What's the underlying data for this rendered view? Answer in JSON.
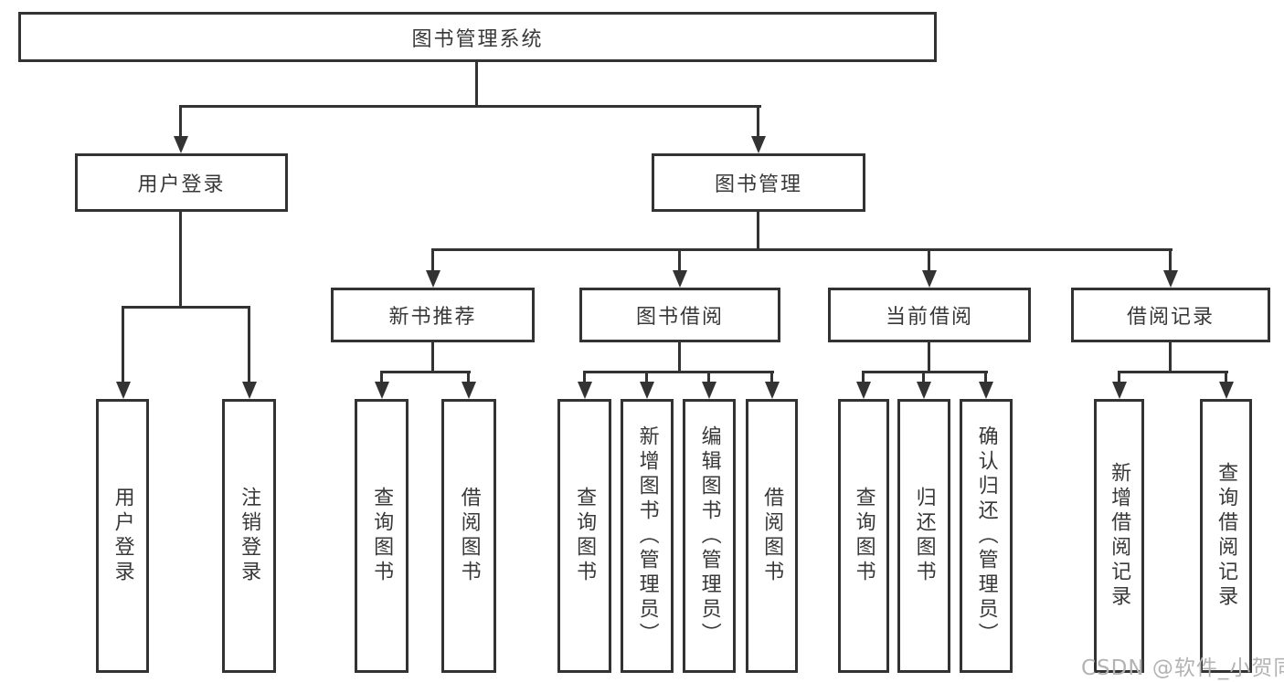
{
  "tree": {
    "root": {
      "label": "图书管理系统"
    },
    "branches": [
      {
        "label": "用户登录",
        "children": [
          {
            "label": "用户登录"
          },
          {
            "label": "注销登录"
          }
        ]
      },
      {
        "label": "图书管理",
        "children": [
          {
            "label": "新书推荐",
            "children": [
              {
                "label": "查询图书"
              },
              {
                "label": "借阅图书"
              }
            ]
          },
          {
            "label": "图书借阅",
            "children": [
              {
                "label": "查询图书"
              },
              {
                "label": "新增图书（管理员）"
              },
              {
                "label": "编辑图书（管理员）"
              },
              {
                "label": "借阅图书"
              }
            ]
          },
          {
            "label": "当前借阅",
            "children": [
              {
                "label": "查询图书"
              },
              {
                "label": "归还图书"
              },
              {
                "label": "确认归还（管理员）"
              }
            ]
          },
          {
            "label": "借阅记录",
            "children": [
              {
                "label": "新增借阅记录"
              },
              {
                "label": "查询借阅记录"
              }
            ]
          }
        ]
      }
    ]
  },
  "watermark": {
    "text": "CSDN @软件_小贺同学"
  },
  "colors": {
    "line": "#333333",
    "text": "#383838",
    "watermark": "#b3b3b3",
    "background": "#ffffff"
  }
}
